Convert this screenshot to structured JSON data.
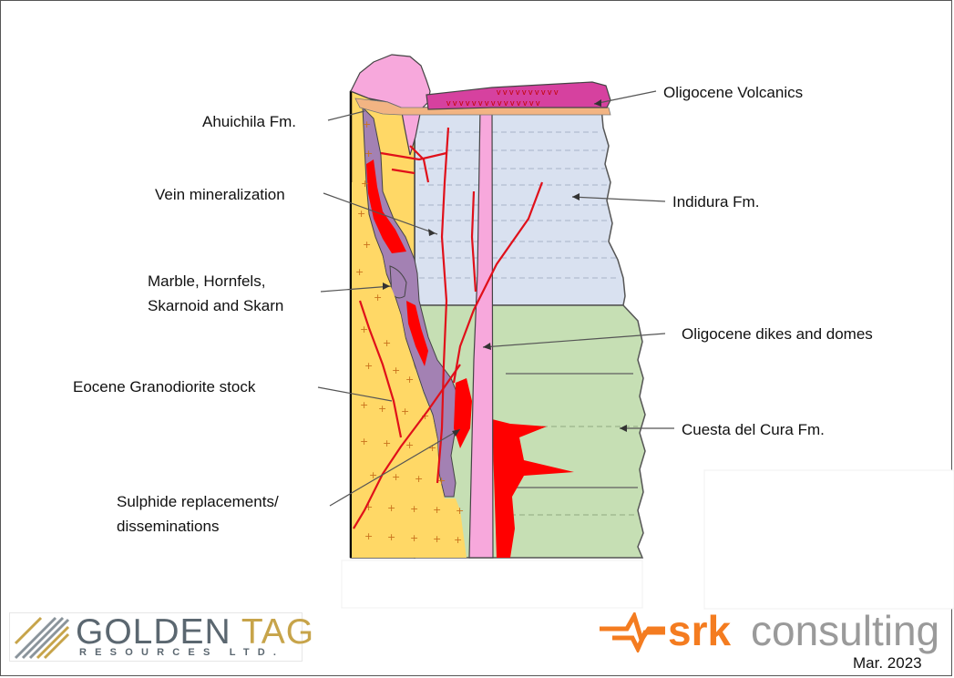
{
  "labels": {
    "ahuichila": "Ahuichila Fm.",
    "vein": "Vein mineralization",
    "marble_1": "Marble, Hornfels,",
    "marble_2": "Skarnoid and Skarn",
    "eocene": "Eocene Granodiorite stock",
    "sulphide_1": "Sulphide replacements/",
    "sulphide_2": "disseminations",
    "oligocene_volcanics": "Oligocene Volcanics",
    "indidura": "Indidura Fm.",
    "dikes": "Oligocene dikes and domes",
    "cuesta": "Cuesta del Cura Fm."
  },
  "logos": {
    "golden_tag_name_a": "GOLDEN ",
    "golden_tag_name_b": "TAG",
    "golden_tag_sub": "RESOURCES LTD.",
    "srk_bold": "srk",
    "srk_light": "consulting"
  },
  "date": "Mar. 2023",
  "colors": {
    "indidura": "#d9e1f0",
    "cuesta": "#c6dfb4",
    "granodiorite": "#ffd866",
    "dike": "#f7a8dc",
    "volcanics": "#d6419f",
    "skarn": "#a381b3",
    "sulphide": "#ff0000",
    "ahuichila": "#f2b483"
  }
}
